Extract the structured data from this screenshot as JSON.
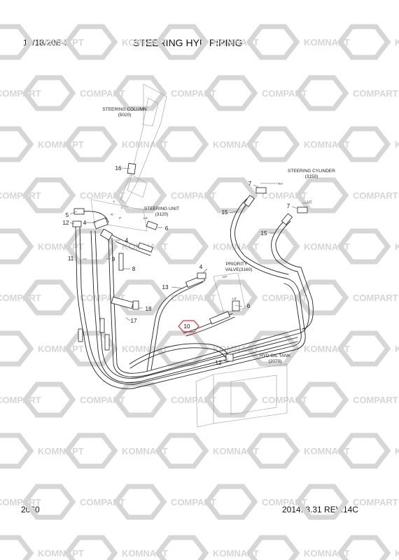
{
  "header": {
    "model": "16/18/20B-9",
    "title": "STEERING HYD PIPING"
  },
  "footer": {
    "page": "2060",
    "date_rev": "2014. 3.31   REV.14C"
  },
  "watermark": {
    "text_cyrillic": "KOMNAPT",
    "text_latin": "COMPART",
    "color": "#d6d6d6"
  },
  "labels": {
    "steering_column": "STEERING COLUMN",
    "steering_column_ref": "(5020)",
    "steering_unit": "STEERING UNIT",
    "steering_unit_ref": "(3120)",
    "steering_cylinder": "STEERING CYLINDER",
    "steering_cylinder_ref": "(3150)",
    "priority_valve": "PRIORITY",
    "priority_valve2": "VALVE(3160)",
    "hyd_oil_tank": "HYD OIL TANK",
    "hyd_oil_tank_ref": "(2070)",
    "rh": "RH",
    "lh": "LH",
    "ls": "LS",
    "p": "P",
    "t": "T",
    "r": "R",
    "l": "L",
    "cf": "CF",
    "ls2": "LS"
  },
  "callouts": {
    "c16": "16",
    "c5": "5",
    "c12a": "12",
    "c4a": "4",
    "c6a": "6",
    "c4b": "4",
    "c11": "11",
    "c9": "9",
    "c8": "8",
    "c18": "18",
    "c17": "17",
    "c13": "13",
    "c4c": "4",
    "c10": "10",
    "c6b": "6",
    "c12b": "12",
    "c15a": "15",
    "c15b": "15",
    "c7a": "7",
    "c7b": "7"
  },
  "highlight_color": "#e0303a"
}
